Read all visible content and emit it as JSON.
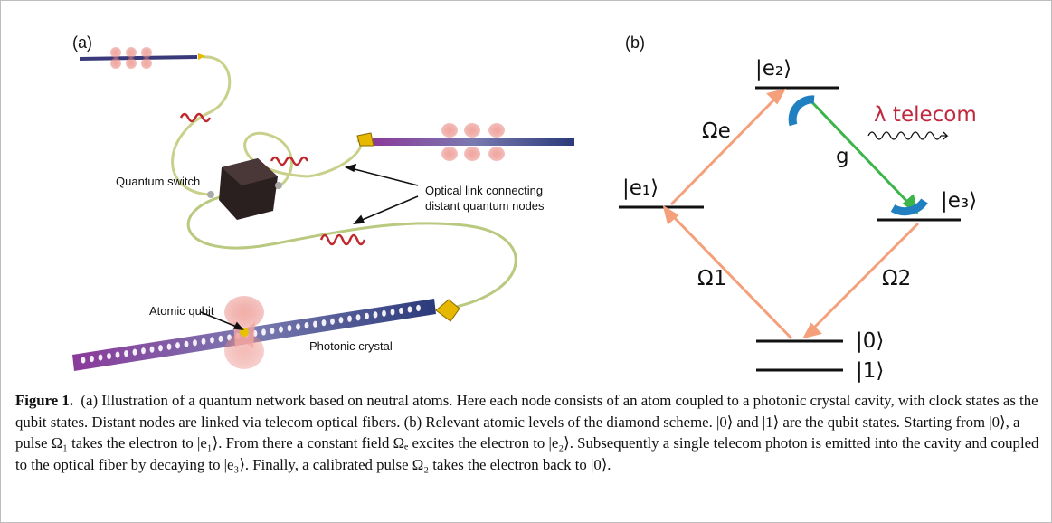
{
  "panel_a": {
    "tag": "(a)",
    "labels": {
      "quantum_switch": "Quantum switch",
      "optical_link_line1": "Optical link connecting",
      "optical_link_line2": "distant quantum nodes",
      "atomic_qubit": "Atomic qubit",
      "photonic_crystal": "Photonic crystal"
    }
  },
  "panel_b": {
    "tag": "(b)",
    "levels": {
      "e2": "|e₂⟩",
      "e1": "|e₁⟩",
      "e3": "|e₃⟩",
      "zero": "|0⟩",
      "one": "|1⟩"
    },
    "transitions": {
      "omega_e": "Ωe",
      "omega_1": "Ω1",
      "omega_2": "Ω2",
      "g": "g"
    },
    "photon_label": "λ telecom",
    "colors": {
      "pulse_arrow": "#f4a07a",
      "cavity_arrow": "#3bb54a",
      "cavity_mirror": "#1f7fc1",
      "telecom_label": "#c0283d"
    }
  },
  "caption": {
    "figure_label": "Figure 1.",
    "text": "(a) Illustration of a quantum network based on neutral atoms. Here each node consists of an atom coupled to a photonic crystal cavity, with clock states as the qubit states. Distant nodes are linked via telecom optical fibers. (b) Relevant atomic levels of the diamond scheme. |0⟩ and |1⟩ are the qubit states. Starting from |0⟩, a pulse Ω₁ takes the electron to |e₁⟩. From there a constant field Ωₑ excites the electron to |e₂⟩. Subsequently a single telecom photon is emitted into the cavity and coupled to the optical fiber by decaying to |e₃⟩. Finally, a calibrated pulse Ω₂ takes the electron back to |0⟩."
  }
}
